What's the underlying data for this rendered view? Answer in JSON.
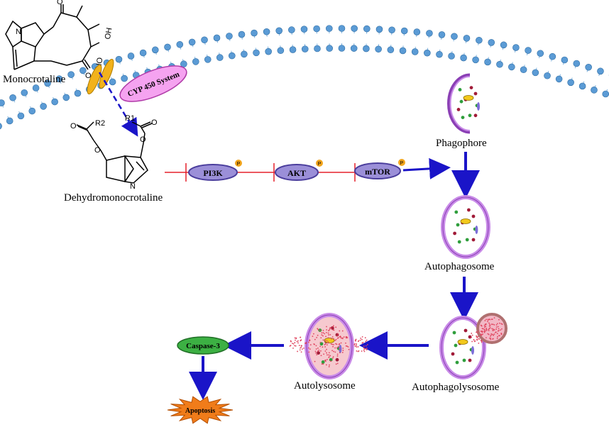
{
  "labels": {
    "monocrotaline": "Monocrotaline",
    "cyp": "CYP 450 System",
    "dehydro": "Dehydromonocrotaline",
    "phagophore": "Phagophore",
    "autophagosome": "Autophagosome",
    "autophagolysosome": "Autophagolysosome",
    "autolysosome": "Autolysosome",
    "caspase": "Caspase-3",
    "apoptosis": "Apoptosis"
  },
  "pathway": {
    "pi3k": "PI3K",
    "akt": "AKT",
    "mtor": "mTOR",
    "phospho": "P"
  },
  "chem_labels": {
    "n": "N",
    "oh": "OH",
    "ho": "HO",
    "o": "O",
    "r1": "R1",
    "r2": "R2"
  },
  "colors": {
    "membrane": "#5b9bd5",
    "membrane_tail": "#7fb3e0",
    "arrow": "#1a14c8",
    "inhibit": "#e5212a",
    "pathway_node": "#9b8fd8",
    "pathway_stroke": "#4a3d9c",
    "phospho": "#f2a51c",
    "cyp_fill": "#f5a3f0",
    "vesicle": "#c98be8",
    "vesicle_stroke": "#8b3fb5",
    "lysosome": "#b07070",
    "caspase": "#3cb043",
    "apoptosis": "#f07c1a",
    "channel": "#f2b21c"
  }
}
